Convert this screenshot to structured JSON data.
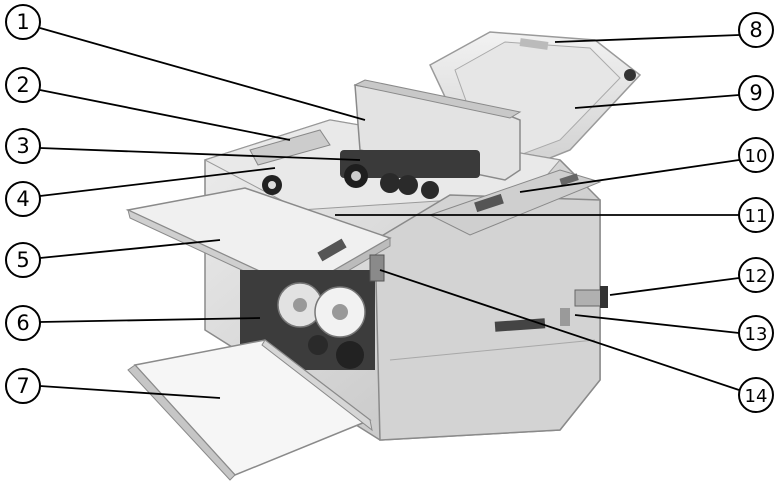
{
  "callouts": [
    {
      "number": "1"
    },
    {
      "number": "2"
    },
    {
      "number": "3"
    },
    {
      "number": "4"
    },
    {
      "number": "5"
    },
    {
      "number": "6"
    },
    {
      "number": "7"
    },
    {
      "number": "8"
    },
    {
      "number": "9"
    },
    {
      "number": "10"
    },
    {
      "number": "11"
    },
    {
      "number": "12"
    },
    {
      "number": "13"
    },
    {
      "number": "14"
    }
  ],
  "colors": {
    "callout_stroke": "#000000",
    "machine_body": "#d9d9d9",
    "machine_light": "#eeeeee",
    "machine_dark": "#4a4a4a"
  }
}
